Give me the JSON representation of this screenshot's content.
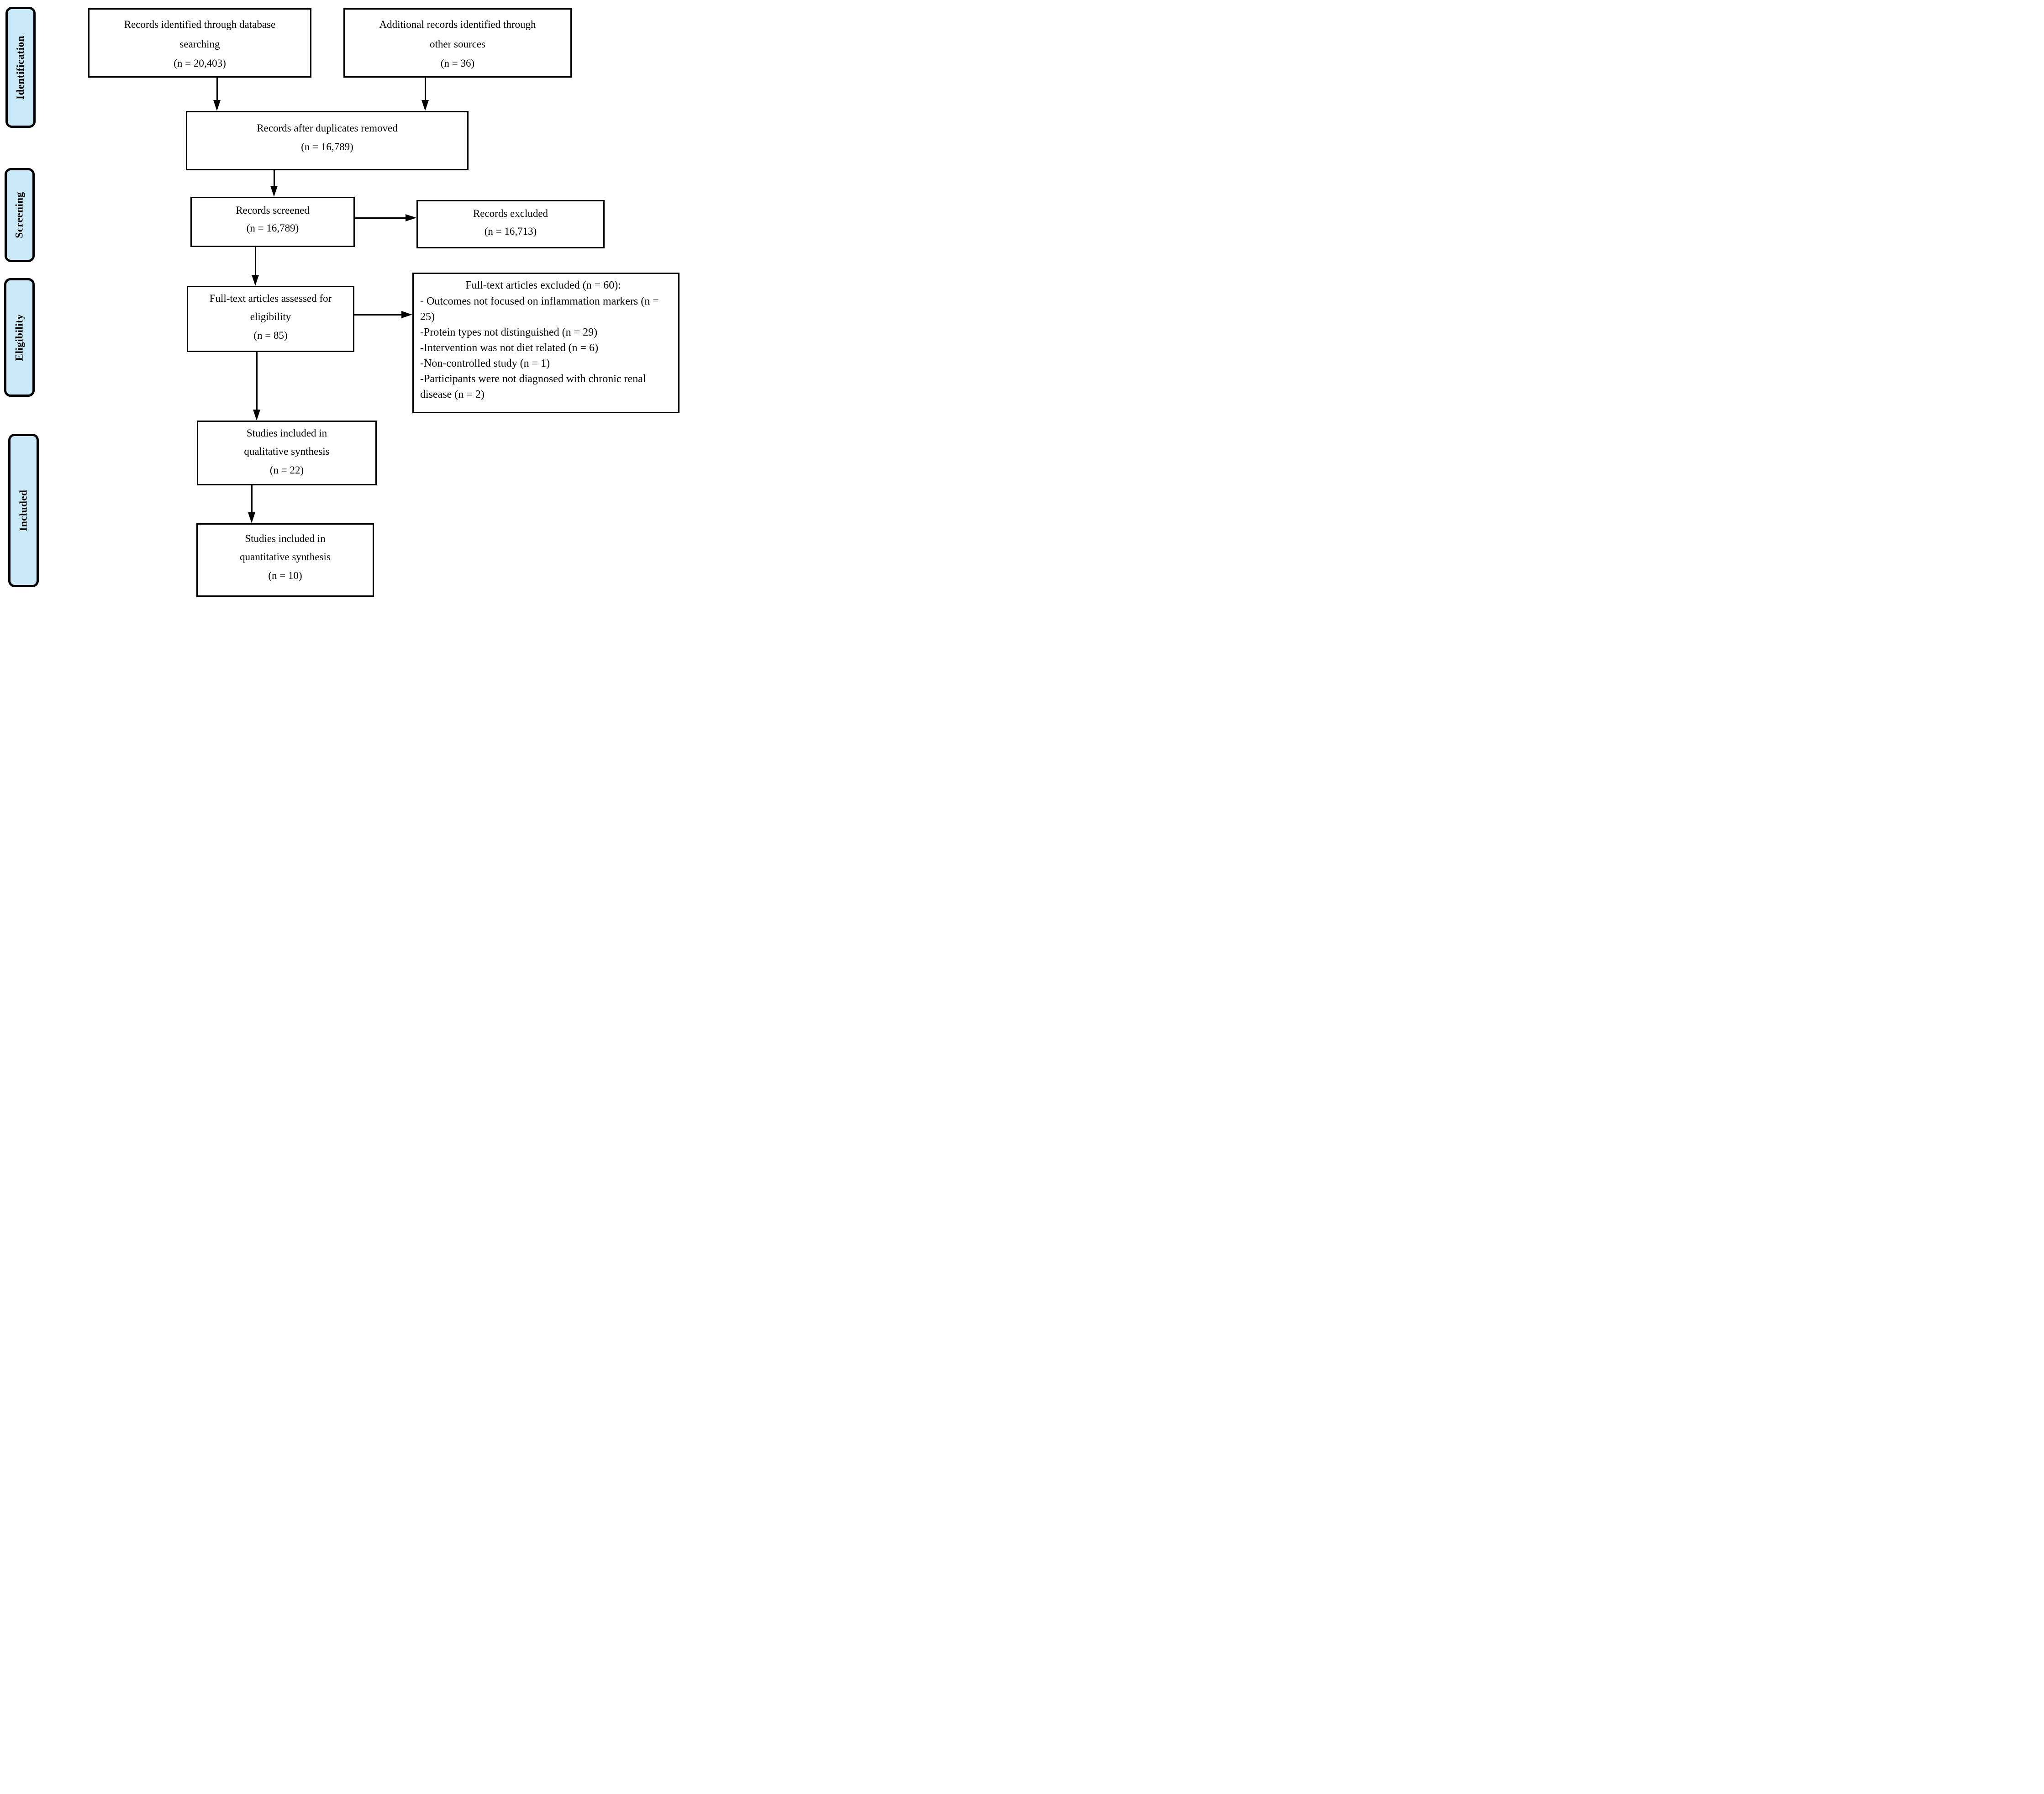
{
  "sidebar": {
    "stages": [
      {
        "label": "Identification"
      },
      {
        "label": "Screening"
      },
      {
        "label": "Eligibility"
      },
      {
        "label": "Included"
      }
    ]
  },
  "flow": {
    "records_identified": {
      "text": "Records identified through database\nsearching\n(n = 20,403)"
    },
    "additional_records": {
      "text": "Additional records identified through\nother sources\n(n = 36)"
    },
    "duplicates_removed": {
      "text": "Records after duplicates removed\n(n = 16,789)"
    },
    "records_screened": {
      "text": "Records screened\n(n = 16,789)"
    },
    "records_excluded": {
      "text": "Records excluded\n(n = 16,713)"
    },
    "fulltext_assessed": {
      "text": "Full-text articles assessed for\neligibility\n(n = 85)"
    },
    "fulltext_excluded": {
      "title": "Full-text articles excluded (n = 60):",
      "reasons": [
        "- Outcomes not focused on inflammation markers (n = 25)",
        "-Protein types not distinguished (n = 29)",
        "-Intervention was not diet related (n = 6)",
        "-Non-controlled study (n = 1)",
        "-Participants were not diagnosed with chronic renal disease (n = 2)"
      ]
    },
    "qualitative_included": {
      "text": "Studies included in\nqualitative synthesis\n(n = 22)"
    },
    "quantitative_included": {
      "text": "Studies included in\nquantitative synthesis\n(n = 10)"
    }
  },
  "colors": {
    "stage_fill": "#C9E8F8",
    "stage_border": "#000000",
    "box_border": "#000000",
    "arrow": "#000000",
    "background": "#FFFFFF"
  }
}
